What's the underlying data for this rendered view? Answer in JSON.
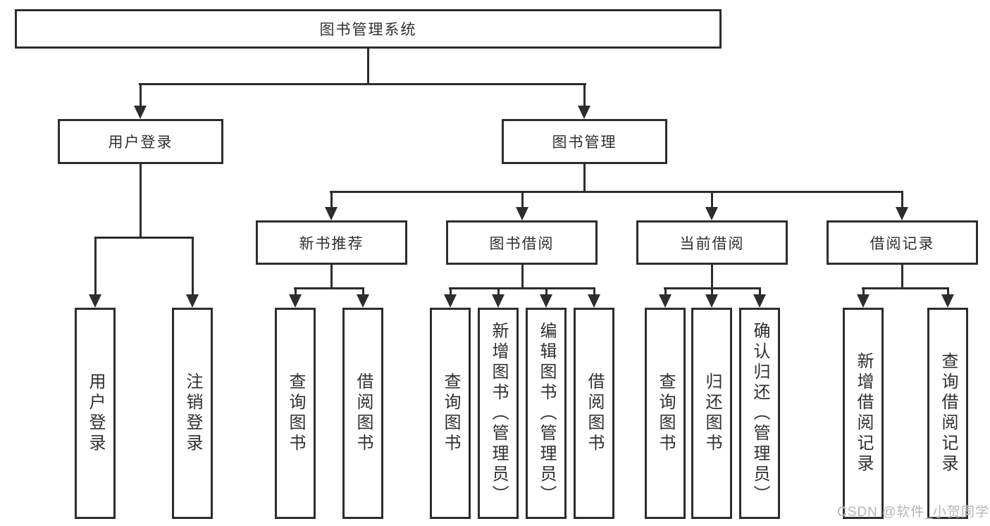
{
  "diagram": {
    "title": "图书管理系统",
    "colors": {
      "line": "#2d2d2d",
      "border": "#2d2d2d",
      "text": "#2f2f2f",
      "background": "#ffffff",
      "watermark": "#b5b5b5"
    },
    "nodes": {
      "root": {
        "label": "图书管理系统"
      },
      "user_login": {
        "label": "用户登录",
        "children": [
          "用户登录",
          "注销登录"
        ]
      },
      "book_mgmt": {
        "label": "图书管理"
      },
      "new_books": {
        "label": "新书推荐",
        "children": [
          "查询图书",
          "借阅图书"
        ]
      },
      "book_borrow": {
        "label": "图书借阅",
        "children": [
          "查询图书",
          "新增图书（管理员）",
          "编辑图书（管理员）",
          "借阅图书"
        ]
      },
      "current_borrow": {
        "label": "当前借阅",
        "children": [
          "查询图书",
          "归还图书",
          "确认归还（管理员）"
        ]
      },
      "borrow_records": {
        "label": "借阅记录",
        "children": [
          "新增借阅记录",
          "查询借阅记录"
        ]
      }
    },
    "watermark": "CSDN @软件_小贺同学"
  }
}
